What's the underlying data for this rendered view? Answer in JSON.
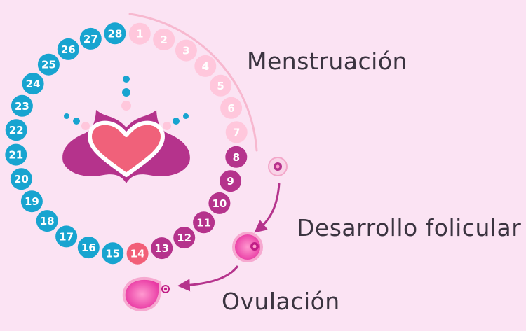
{
  "phases": {
    "menstruation": "Menstruación",
    "follicular": "Desarrollo folicular",
    "ovulation": "Ovulación"
  },
  "days": [
    "1",
    "2",
    "3",
    "4",
    "5",
    "6",
    "7",
    "8",
    "9",
    "10",
    "11",
    "12",
    "13",
    "14",
    "15",
    "16",
    "17",
    "18",
    "19",
    "20",
    "21",
    "22",
    "23",
    "24",
    "25",
    "26",
    "27",
    "28"
  ],
  "colors": {
    "background": "#fbe3f3",
    "menstruation": "#ffc7dc",
    "menstruation_text": "#ffffff",
    "follicular": "#b5338c",
    "ovulation_day": "#f25f78",
    "luteal": "#18a4d0",
    "arc": "#f7b8cf",
    "arrow": "#b5338c",
    "heart": "#f0617a",
    "hands": "#b5338c"
  },
  "icons": {
    "center": "hands-heart-icon",
    "follicle_small": "small-follicle-icon",
    "follicle_large": "mature-follicle-icon",
    "ovum": "ovum-release-icon"
  }
}
